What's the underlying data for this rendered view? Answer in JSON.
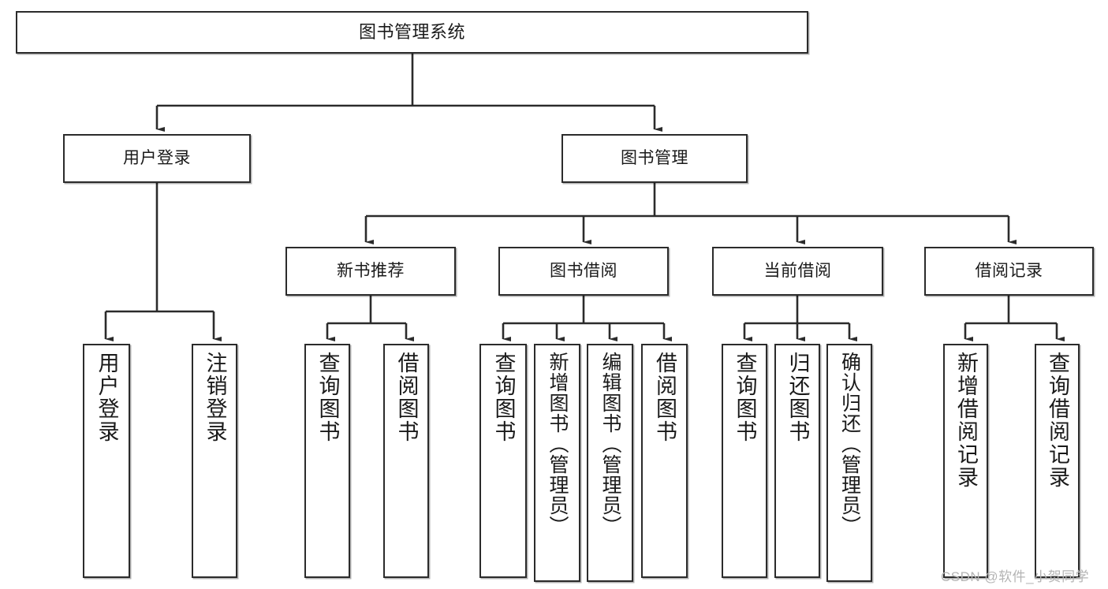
{
  "diagram": {
    "title": "图书管理系统",
    "type": "tree-hierarchy",
    "watermark": "CSDN @软件_小贺同学",
    "colors": {
      "stroke": "#2b2b2b",
      "fill": "#ffffff",
      "text": "#1a1a1a",
      "watermark": "#b4b4b4"
    },
    "levels": {
      "root": {
        "label": "图书管理系统"
      },
      "level2": [
        {
          "id": "user-login",
          "label": "用户登录"
        },
        {
          "id": "book-manage",
          "label": "图书管理"
        }
      ],
      "level3": [
        {
          "id": "new-book-rec",
          "label": "新书推荐",
          "parent": "book-manage"
        },
        {
          "id": "book-borrow",
          "label": "图书借阅",
          "parent": "book-manage"
        },
        {
          "id": "current-borrow",
          "label": "当前借阅",
          "parent": "book-manage"
        },
        {
          "id": "borrow-record",
          "label": "借阅记录",
          "parent": "book-manage"
        }
      ],
      "leaves": [
        {
          "id": "leaf-user-login",
          "label": "用户登录",
          "parent": "user-login"
        },
        {
          "id": "leaf-logout",
          "label": "注销登录",
          "parent": "user-login"
        },
        {
          "id": "leaf-query-book-1",
          "label": "查询图书",
          "parent": "new-book-rec"
        },
        {
          "id": "leaf-borrow-book-1",
          "label": "借阅图书",
          "parent": "new-book-rec"
        },
        {
          "id": "leaf-query-book-2",
          "label": "查询图书",
          "parent": "book-borrow"
        },
        {
          "id": "leaf-add-book",
          "label": "新增图书（管理员）",
          "parent": "book-borrow"
        },
        {
          "id": "leaf-edit-book",
          "label": "编辑图书（管理员）",
          "parent": "book-borrow"
        },
        {
          "id": "leaf-borrow-book-2",
          "label": "借阅图书",
          "parent": "book-borrow"
        },
        {
          "id": "leaf-query-book-3",
          "label": "查询图书",
          "parent": "current-borrow"
        },
        {
          "id": "leaf-return-book",
          "label": "归还图书",
          "parent": "current-borrow"
        },
        {
          "id": "leaf-confirm-return",
          "label": "确认归还（管理员）",
          "parent": "current-borrow"
        },
        {
          "id": "leaf-add-record",
          "label": "新增借阅记录",
          "parent": "borrow-record"
        },
        {
          "id": "leaf-query-record",
          "label": "查询借阅记录",
          "parent": "borrow-record"
        }
      ]
    }
  }
}
